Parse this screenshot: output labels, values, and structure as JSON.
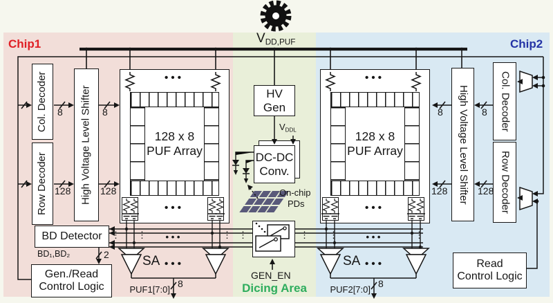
{
  "power": {
    "base": "V",
    "sub": "DD,PUF"
  },
  "vddl": {
    "base": "V",
    "sub": "DDL"
  },
  "widths": {
    "w2": "2",
    "w8": "8",
    "w128": "128"
  },
  "marks": {
    "hdots": "• • •",
    "vdots": "⋮"
  },
  "chip1": {
    "name": "Chip1",
    "col_decoder": "Col. Decoder",
    "row_decoder": "Row Decoder",
    "hv_level_shifter": "High Voltage Level Shifter",
    "puf_array_l1": "128 x 8",
    "puf_array_l2": "PUF Array",
    "bd_detector": "BD Detector",
    "bd_bus": "BD₁,BD₂",
    "ctrl_l1": "Gen./Read",
    "ctrl_l2": "Control Logic",
    "sa": "SA",
    "puf_out": "PUF1[7:0]"
  },
  "chip2": {
    "name": "Chip2",
    "col_decoder": "Col. Decoder",
    "row_decoder": "Row Decoder",
    "hv_level_shifter": "High Voltage Level Shifter",
    "puf_array_l1": "128 x 8",
    "puf_array_l2": "PUF Array",
    "ctrl_l1": "Read",
    "ctrl_l2": "Control Logic",
    "sa": "SA",
    "puf_out": "PUF2[7:0]"
  },
  "dicing": {
    "hv_gen_l1": "HV",
    "hv_gen_l2": "Gen",
    "dcdc_l1": "DC-DC",
    "dcdc_l2": "Conv.",
    "pd_l1": "On-chip",
    "pd_l2": "PDs",
    "gen_en": "GEN_EN",
    "area_label": "Dicing Area"
  },
  "colors": {
    "page_bg": "#f6f7ee",
    "chip1_bg": "#f2ded9",
    "chip2_bg": "#d9e9f3",
    "dicing_bg": "#e9efd9",
    "chip1_label": "#e01f24",
    "chip2_label": "#2433a6",
    "dicing_label": "#2ead5d",
    "line": "#161616",
    "pd_cell": "#59597a"
  }
}
